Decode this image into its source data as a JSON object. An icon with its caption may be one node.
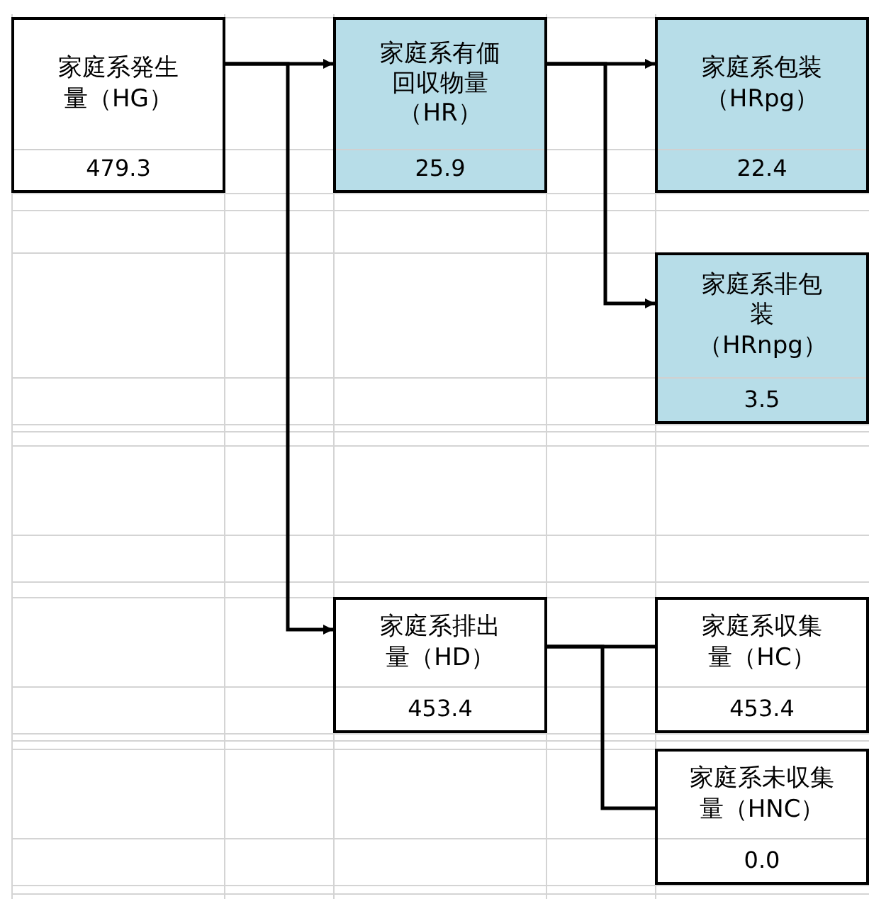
{
  "diagram": {
    "nodes": [
      {
        "text": [
          "家庭系発生量（HG）",
          "479.3"
        ]
      },
      {
        "text": [
          "家庭系有価回収物量（HR）",
          "25.9"
        ]
      },
      {
        "text": [
          "家庭系包装（HRpg）",
          "22.4"
        ]
      },
      {
        "text": [
          "家庭系非包装（HRnpg）",
          "3.5"
        ]
      },
      {
        "text": [
          "家庭系排出量（HD）",
          "453.4"
        ]
      },
      {
        "text": [
          "家庭系収集量（HC）",
          "453.4"
        ]
      },
      {
        "text": [
          "家庭系未収集量（HNC）",
          "0.0"
        ]
      }
    ],
    "edges": [
      {
        "from": 0,
        "to": 1,
        "arrow": "to"
      },
      {
        "from": 0,
        "to": 4,
        "arrow": "to"
      },
      {
        "from": 1,
        "to": 2,
        "arrow": "to"
      },
      {
        "from": 1,
        "to": 3,
        "arrow": "to"
      },
      {
        "from": 4,
        "to": 5,
        "arrow": "none"
      },
      {
        "from": 4,
        "to": 6,
        "arrow": "none"
      }
    ]
  }
}
